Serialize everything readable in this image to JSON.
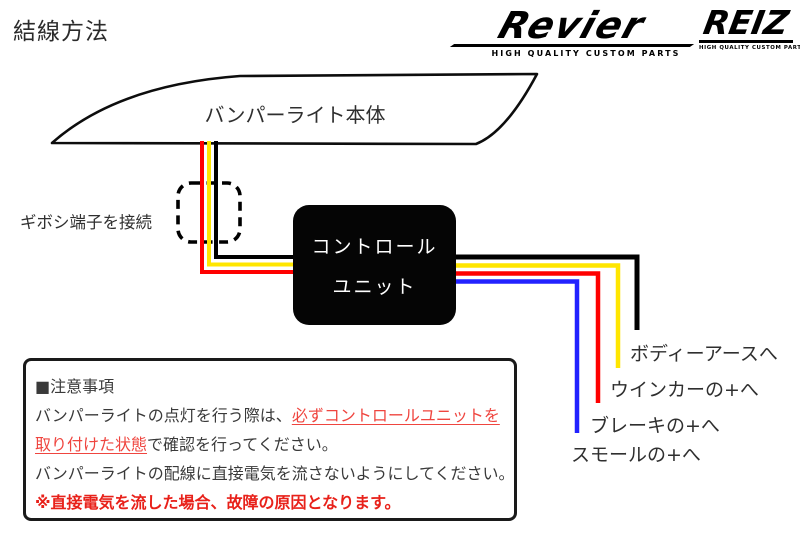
{
  "title": "結線方法",
  "logos": {
    "revier": {
      "name": "Revier",
      "tagline": "HIGH QUALITY CUSTOM PARTS"
    },
    "reiz": {
      "name": "REIZ",
      "tagline": "HIGH QUALITY CUSTOM PARTS"
    }
  },
  "diagram": {
    "bumper_label": "バンパーライト本体",
    "giboshi_label": "ギボシ端子を接続",
    "control_unit_line1": "コントロール",
    "control_unit_line2": "ユニット",
    "wires": [
      {
        "name": "black",
        "hex": "#000000",
        "label": "ボディーアースへ"
      },
      {
        "name": "yellow",
        "hex": "#ffe600",
        "label": "ウインカーの+へ"
      },
      {
        "name": "red",
        "hex": "#ff0000",
        "label": "ブレーキの+へ"
      },
      {
        "name": "blue",
        "hex": "#2222ff",
        "label": "スモールの+へ"
      }
    ]
  },
  "notes": {
    "heading": "■注意事項",
    "line1_black": "バンパーライトの点灯を行う際は、",
    "line1_red_underlined": "必ずコントロールユニットを",
    "line2_red_underlined": "取り付けた状態",
    "line2_black": "で確認を行ってください。",
    "line3": "バンパーライトの配線に直接電気を流さないようにしてください。",
    "warning_red": "※直接電気を流した場合、故障の原因となります。"
  },
  "colors": {
    "text_red_underline": "#ef453f",
    "text_warning_red": "#e8211a",
    "outline_black": "#1a1a1a"
  }
}
